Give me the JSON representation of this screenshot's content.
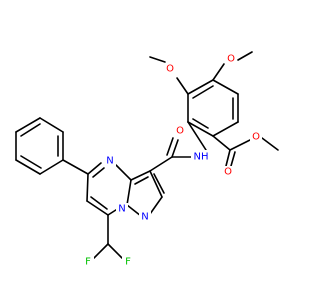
{
  "colors": {
    "carbon_bond": "#000000",
    "oxygen": "#ff0000",
    "nitrogen": "#0000ff",
    "fluorine": "#00c000",
    "background": "#ffffff"
  },
  "atoms": {
    "o_methoxy_upper_left": "O",
    "o_methoxy_upper_right": "O",
    "o_amide": "O",
    "nh_amide": "NH",
    "n_pyrimidine": "N",
    "n_bridge": "N",
    "n_pyrazole": "N",
    "o_ester_carbonyl": "O",
    "o_ester_ether": "O",
    "f_left": "F",
    "f_right": "F"
  }
}
